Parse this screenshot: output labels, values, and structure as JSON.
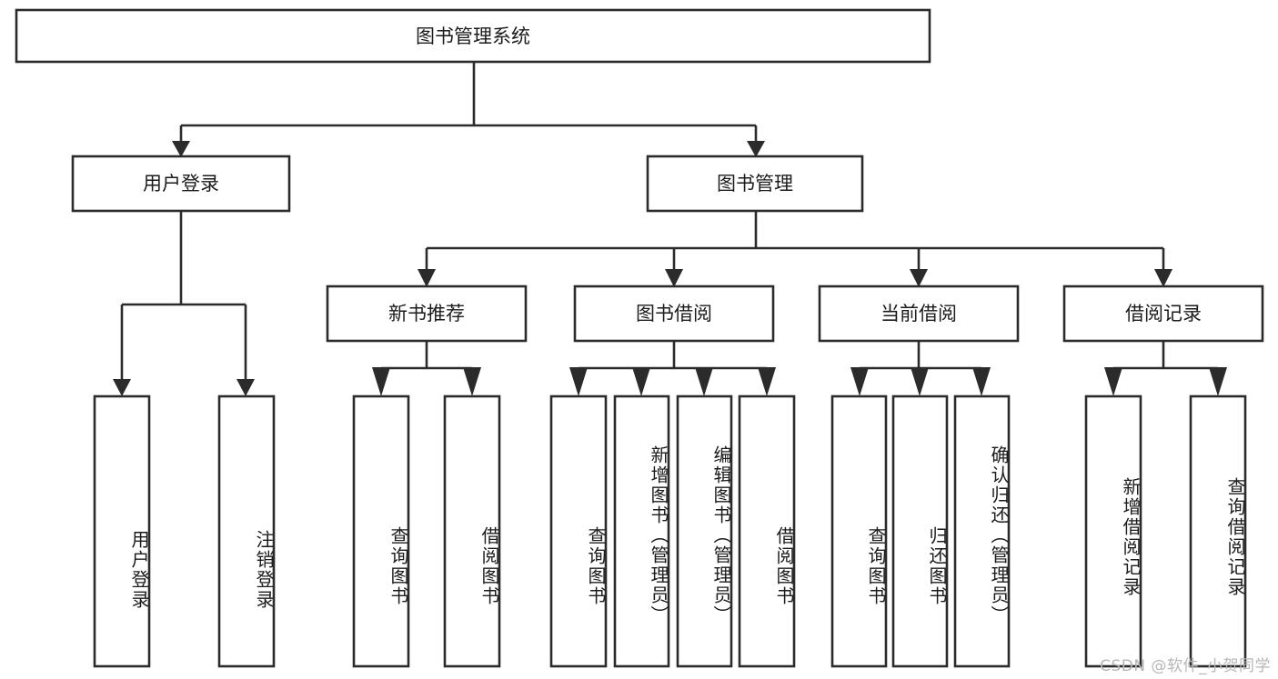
{
  "diagram": {
    "type": "tree-hierarchy-chart",
    "orientation": "top-down",
    "root": {
      "id": "root",
      "label": "图书管理系统"
    },
    "level2": [
      {
        "id": "user-login",
        "label": "用户登录"
      },
      {
        "id": "book-management",
        "label": "图书管理"
      }
    ],
    "level3": [
      {
        "id": "new-book-recommend",
        "label": "新书推荐",
        "parent": "book-management"
      },
      {
        "id": "book-borrow",
        "label": "图书借阅",
        "parent": "book-management"
      },
      {
        "id": "current-borrow",
        "label": "当前借阅",
        "parent": "book-management"
      },
      {
        "id": "borrow-record",
        "label": "借阅记录",
        "parent": "book-management"
      }
    ],
    "leaves": [
      {
        "id": "leaf-user-login",
        "label": "用户登录",
        "parent": "user-login"
      },
      {
        "id": "leaf-logout",
        "label": "注销登录",
        "parent": "user-login"
      },
      {
        "id": "leaf-query-book-1",
        "label": "查询图书",
        "parent": "new-book-recommend"
      },
      {
        "id": "leaf-borrow-book-1",
        "label": "借阅图书",
        "parent": "new-book-recommend"
      },
      {
        "id": "leaf-query-book-2",
        "label": "查询图书",
        "parent": "book-borrow"
      },
      {
        "id": "leaf-add-book",
        "label": "新增图书（管理员）",
        "parent": "book-borrow"
      },
      {
        "id": "leaf-edit-book",
        "label": "编辑图书（管理员）",
        "parent": "book-borrow"
      },
      {
        "id": "leaf-borrow-book-2",
        "label": "借阅图书",
        "parent": "book-borrow"
      },
      {
        "id": "leaf-query-book-3",
        "label": "查询图书",
        "parent": "current-borrow"
      },
      {
        "id": "leaf-return-book",
        "label": "归还图书",
        "parent": "current-borrow"
      },
      {
        "id": "leaf-confirm-return",
        "label": "确认归还（管理员）",
        "parent": "current-borrow"
      },
      {
        "id": "leaf-add-record",
        "label": "新增借阅记录",
        "parent": "borrow-record"
      },
      {
        "id": "leaf-query-record",
        "label": "查询借阅记录",
        "parent": "borrow-record"
      }
    ],
    "colors": {
      "background": "#ffffff",
      "box_fill": "#ffffff",
      "box_stroke": "#2b2b2b",
      "text": "#1b1b1b",
      "watermark": "#b6b6b6"
    }
  },
  "watermark": {
    "text": "CSDN @软件_小贺同学"
  }
}
